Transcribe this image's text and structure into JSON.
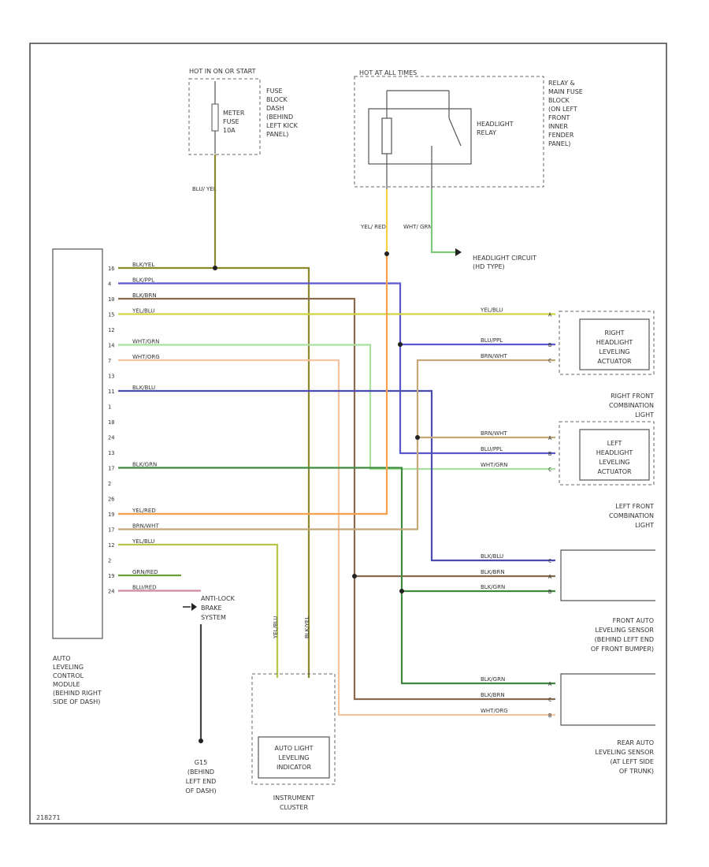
{
  "labels": {
    "fuse_block_header": "HOT IN ON OR START",
    "fuse_block": [
      "FUSE",
      "BLOCK",
      "DASH",
      "(BEHIND",
      "LEFT KICK",
      "PANEL)"
    ],
    "meter_fuse": [
      "METER",
      "FUSE",
      "10A"
    ],
    "relay_header": "HOT AT ALL TIMES",
    "relay_block": [
      "RELAY &",
      "MAIN FUSE",
      "BLOCK",
      "(ON LEFT",
      "FRONT",
      "INNER",
      "FENDER",
      "PANEL)"
    ],
    "headlight_relay": [
      "HEADLIGHT",
      "RELAY"
    ],
    "headlight_circuit": [
      "HEADLIGHT CIRCUIT",
      "(HD TYPE)"
    ],
    "module": [
      "AUTO",
      "LEVELING",
      "CONTROL",
      "MODULE",
      "(BEHIND RIGHT",
      "SIDE OF DASH)"
    ],
    "right_actuator": [
      "RIGHT",
      "HEADLIGHT",
      "LEVELING",
      "ACTUATOR"
    ],
    "right_combo": [
      "RIGHT FRONT",
      "COMBINATION",
      "LIGHT"
    ],
    "left_actuator": [
      "LEFT",
      "HEADLIGHT",
      "LEVELING",
      "ACTUATOR"
    ],
    "left_combo": [
      "LEFT FRONT",
      "COMBINATION",
      "LIGHT"
    ],
    "front_sensor": [
      "FRONT AUTO",
      "LEVELING SENSOR",
      "(BEHIND LEFT END",
      "OF FRONT BUMPER)"
    ],
    "rear_sensor": [
      "REAR AUTO",
      "LEVELING SENSOR",
      "(AT LEFT SIDE",
      "OF TRUNK)"
    ],
    "abs": [
      "ANTI-LOCK",
      "BRAKE",
      "SYSTEM"
    ],
    "ground": [
      "G15",
      "(BEHIND",
      "LEFT END",
      "OF DASH)"
    ],
    "cluster_box": [
      "AUTO LIGHT",
      "LEVELING",
      "INDICATOR"
    ],
    "cluster": [
      "INSTRUMENT",
      "CLUSTER"
    ],
    "diagram_id": "218271"
  },
  "wire_colors": {
    "BLK/YEL": "#8a8a2a",
    "BLK/PPL": "#9a8cc6",
    "BLK/BRN": "#8a6a4e",
    "YEL/BLU": "#cfd443",
    "BLU/PPL": "#5a57d0",
    "BRN/WHT": "#c5a878",
    "WHT/GRN": "#a8e0a0",
    "WHT/ORG": "#f4c4a0",
    "BLK/BLU": "#4b4bb0",
    "BLK/GRN": "#3f8a3f",
    "YEL/RED": "#f5a04a",
    "GRN/RED": "#6aa03a",
    "BLU/RED": "#d08aa0",
    "BLU/YEL": "#b9c24a",
    "YEL/RED_V": "#f8d040",
    "WHT/GRN_V": "#7cc87c"
  },
  "wires": {
    "fuse_out": "BLU/ YEL",
    "relay_left": "YEL/ RED",
    "relay_right": "WHT/ GRN",
    "cluster_left": "YEL/BLU",
    "cluster_right": "BLK/YEL"
  },
  "module_pins": [
    {
      "pin": "16",
      "wire": "BLK/YEL"
    },
    {
      "pin": "4",
      "wire": "BLK/PPL"
    },
    {
      "pin": "10",
      "wire": "BLK/BRN"
    },
    {
      "pin": "15",
      "wire": "YEL/BLU"
    },
    {
      "pin": "12",
      "wire": ""
    },
    {
      "pin": "14",
      "wire": "WHT/GRN"
    },
    {
      "pin": "7",
      "wire": "WHT/ORG"
    },
    {
      "pin": "13",
      "wire": ""
    },
    {
      "pin": "11",
      "wire": "BLK/BLU"
    },
    {
      "pin": "1",
      "wire": ""
    },
    {
      "pin": "18",
      "wire": ""
    },
    {
      "pin": "24",
      "wire": ""
    },
    {
      "pin": "13",
      "wire": ""
    },
    {
      "pin": "17",
      "wire": "BLK/GRN"
    },
    {
      "pin": "2",
      "wire": ""
    },
    {
      "pin": "26",
      "wire": ""
    },
    {
      "pin": "19",
      "wire": "YEL/RED"
    },
    {
      "pin": "17",
      "wire": "BRN/WHT"
    },
    {
      "pin": "12",
      "wire": "YEL/BLU"
    },
    {
      "pin": "2",
      "wire": ""
    },
    {
      "pin": "19",
      "wire": "GRN/RED"
    },
    {
      "pin": "24",
      "wire": "BLU/RED"
    }
  ],
  "right_actuator_pins": [
    {
      "pin": "A",
      "wire": "YEL/BLU"
    },
    {
      "pin": "B",
      "wire": "BLU/PPL"
    },
    {
      "pin": "C",
      "wire": "BRN/WHT"
    }
  ],
  "left_actuator_pins": [
    {
      "pin": "A",
      "wire": "BRN/WHT"
    },
    {
      "pin": "B",
      "wire": "BLU/PPL"
    },
    {
      "pin": "C",
      "wire": "WHT/GRN"
    }
  ],
  "front_sensor_pins": [
    {
      "pin": "C",
      "wire": "BLK/BLU"
    },
    {
      "pin": "A",
      "wire": "BLK/BRN"
    },
    {
      "pin": "B",
      "wire": "BLK/GRN"
    }
  ],
  "rear_sensor_pins": [
    {
      "pin": "A",
      "wire": "BLK/GRN"
    },
    {
      "pin": "C",
      "wire": "BLK/BRN"
    },
    {
      "pin": "B",
      "wire": "WHT/ORG"
    }
  ]
}
